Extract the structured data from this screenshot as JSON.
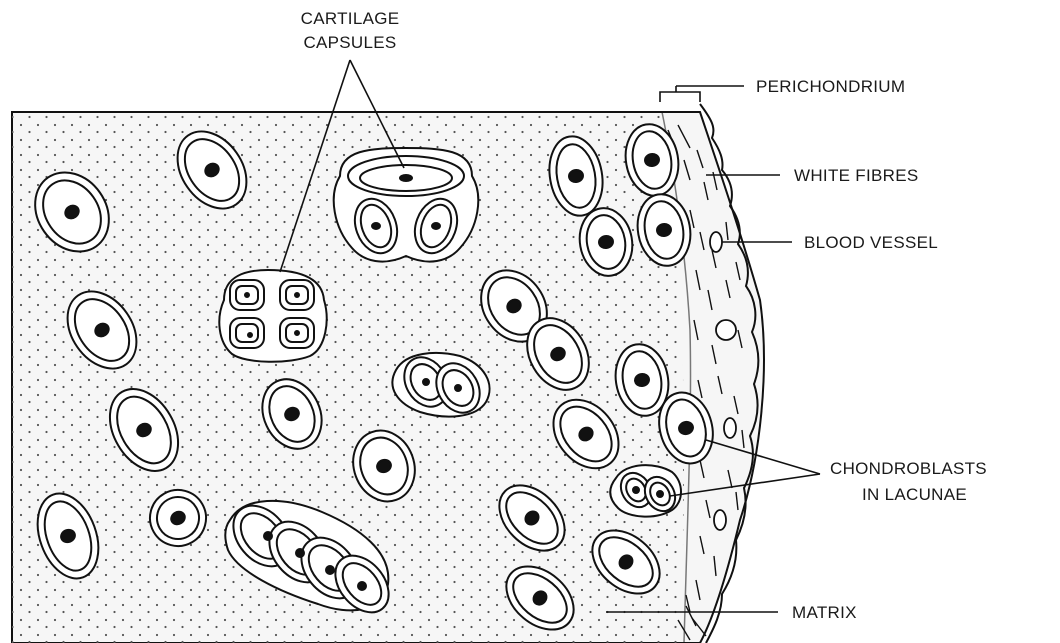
{
  "diagram": {
    "labels": {
      "cartilage_line1": "CARTILAGE",
      "cartilage_line2": "CAPSULES",
      "perichondrium": "PERICHONDRIUM",
      "white_fibres": "WHITE FIBRES",
      "blood_vessel": "BLOOD VESSEL",
      "chondroblasts_line1": "CHONDROBLASTS",
      "chondroblasts_line2": "IN LACUNAE",
      "matrix": "MATRIX"
    },
    "colors": {
      "ink": "#111111",
      "matrix_fill": "#f6f6f6",
      "dot": "#555555"
    }
  }
}
